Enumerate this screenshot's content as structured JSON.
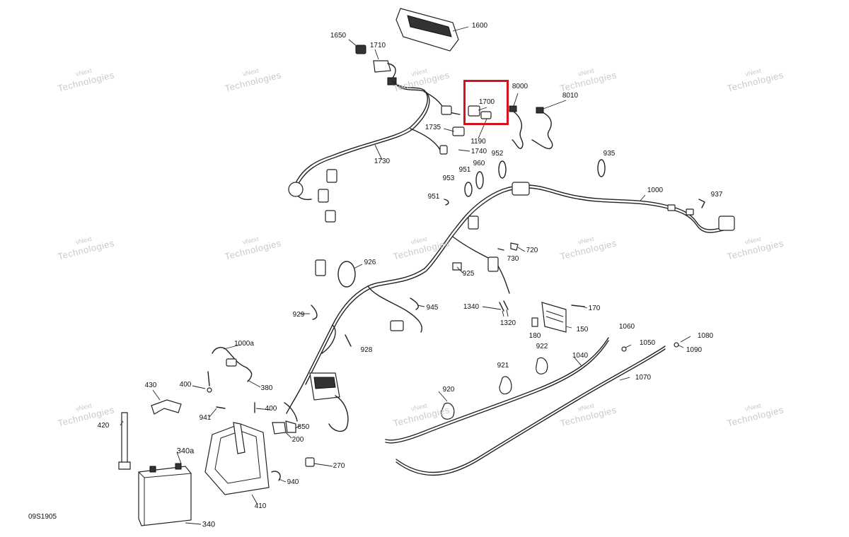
{
  "figure_ref": "09S1905",
  "watermark": {
    "brand": "vNext",
    "line": "Technologies"
  },
  "highlight": {
    "color": "#d4121d",
    "part": "1700"
  },
  "callouts": [
    "1600",
    "1650",
    "1710",
    "1700",
    "8000",
    "8010",
    "1735",
    "1190",
    "1740",
    "1730",
    "952",
    "951",
    "960",
    "953",
    "951",
    "935",
    "1000",
    "937",
    "720",
    "730",
    "925",
    "926",
    "945",
    "1340",
    "1320",
    "929",
    "170",
    "180",
    "150",
    "1060",
    "1050",
    "1080",
    "1090",
    "928",
    "922",
    "1040",
    "1000a",
    "921",
    "1070",
    "430",
    "400",
    "380",
    "920",
    "941",
    "400",
    "850",
    "420",
    "200",
    "340a",
    "270",
    "940",
    "410",
    "340"
  ]
}
